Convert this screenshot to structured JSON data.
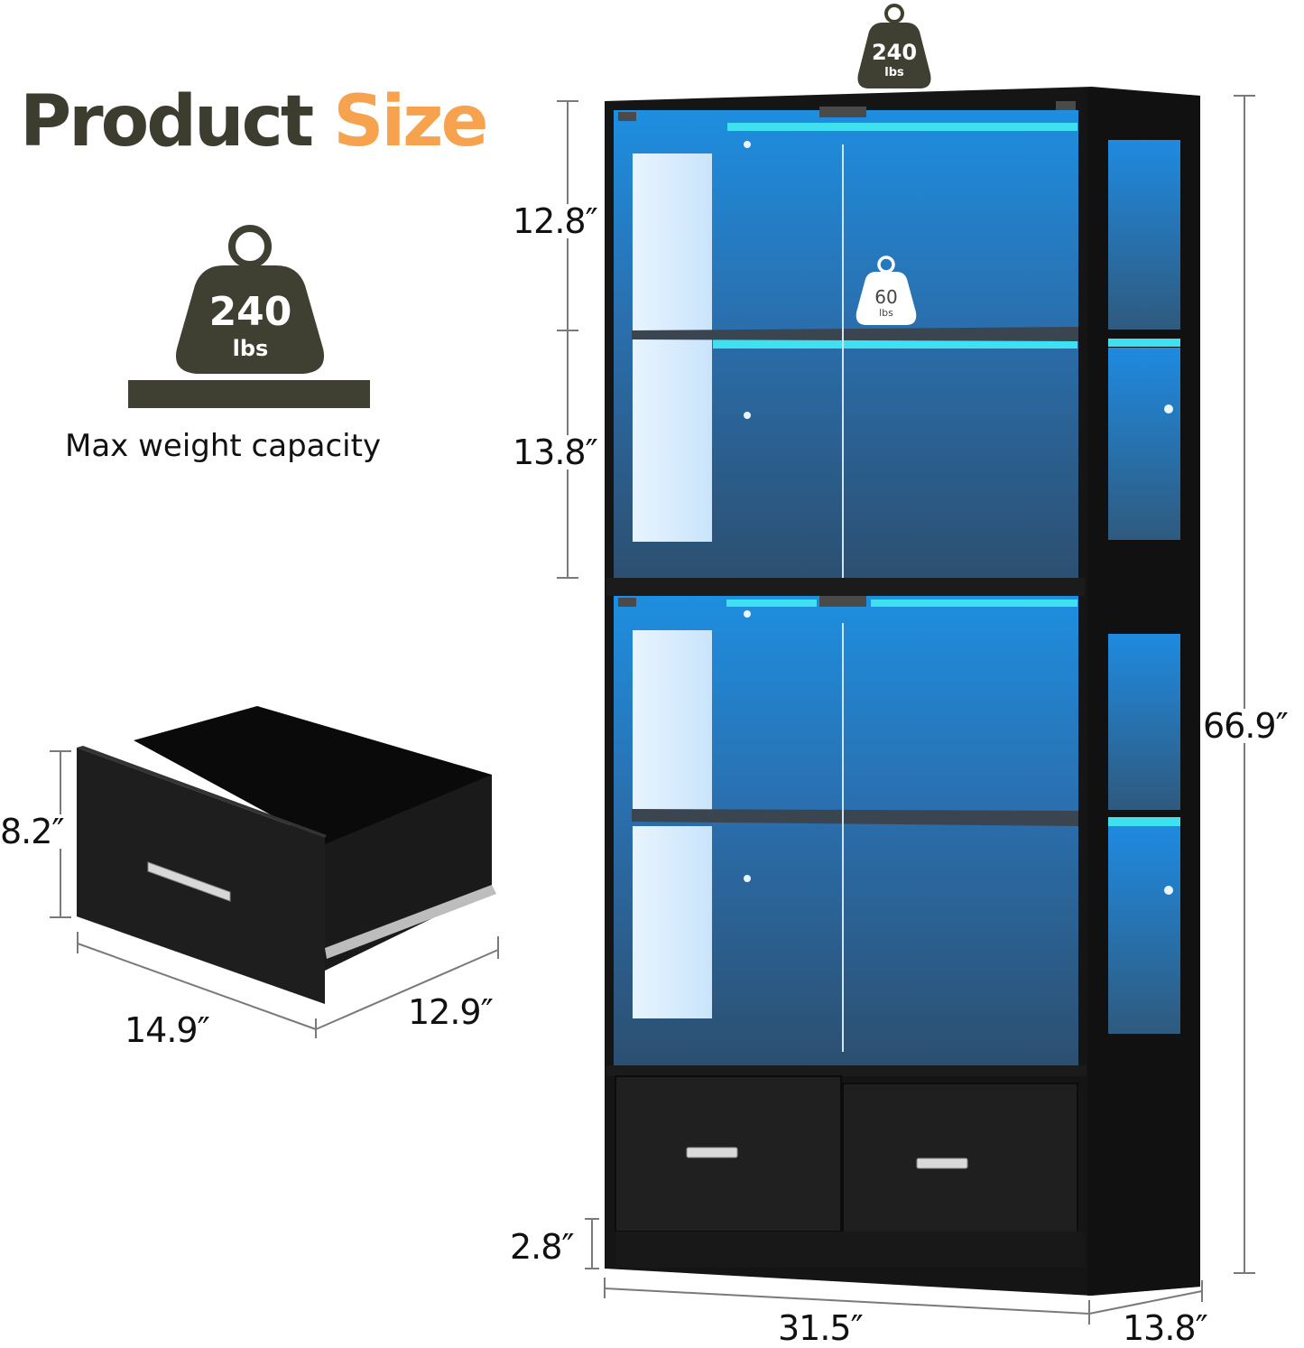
{
  "header": {
    "title_part1": "Product",
    "title_part2": "Size"
  },
  "weight_badge_main": {
    "value": "240",
    "unit": "lbs",
    "caption": "Max weight capacity"
  },
  "weight_badge_top": {
    "value": "240",
    "unit": "lbs"
  },
  "weight_badge_shelf": {
    "value": "60",
    "unit": "lbs"
  },
  "cabinet_dimensions": {
    "upper_shelf_height": "12.8″",
    "second_shelf_height": "13.8″",
    "total_height": "66.9″",
    "base_height": "2.8″",
    "width": "31.5″",
    "depth": "13.8″"
  },
  "drawer_dimensions": {
    "height": "8.2″",
    "width": "14.9″",
    "depth": "12.9″"
  },
  "colors": {
    "title_dark": "#3c3d2e",
    "title_accent": "#f7a24f",
    "weight_badge": "#3f4032",
    "cabinet_body": "#151515",
    "led_cyan": "#3fe0f0",
    "interior_blue": "#2a6fae"
  }
}
